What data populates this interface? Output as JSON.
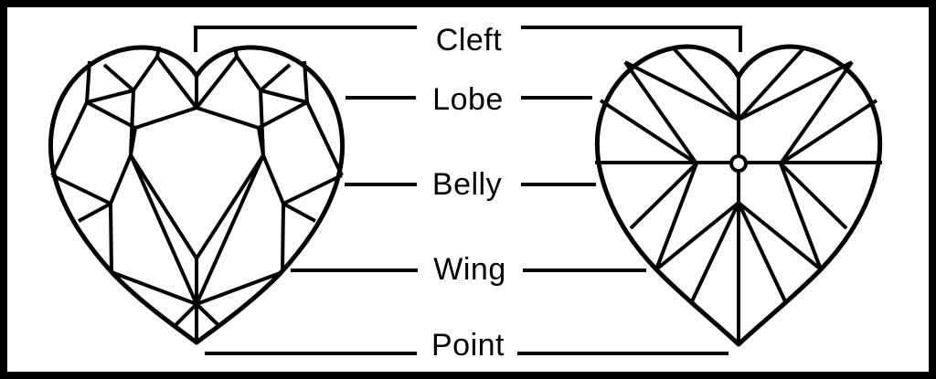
{
  "colors": {
    "line": "#000000",
    "background": "#ffffff",
    "text": "#000000"
  },
  "labels": {
    "cleft": "Cleft",
    "lobe": "Lobe",
    "belly": "Belly",
    "wing": "Wing",
    "point": "Point"
  }
}
